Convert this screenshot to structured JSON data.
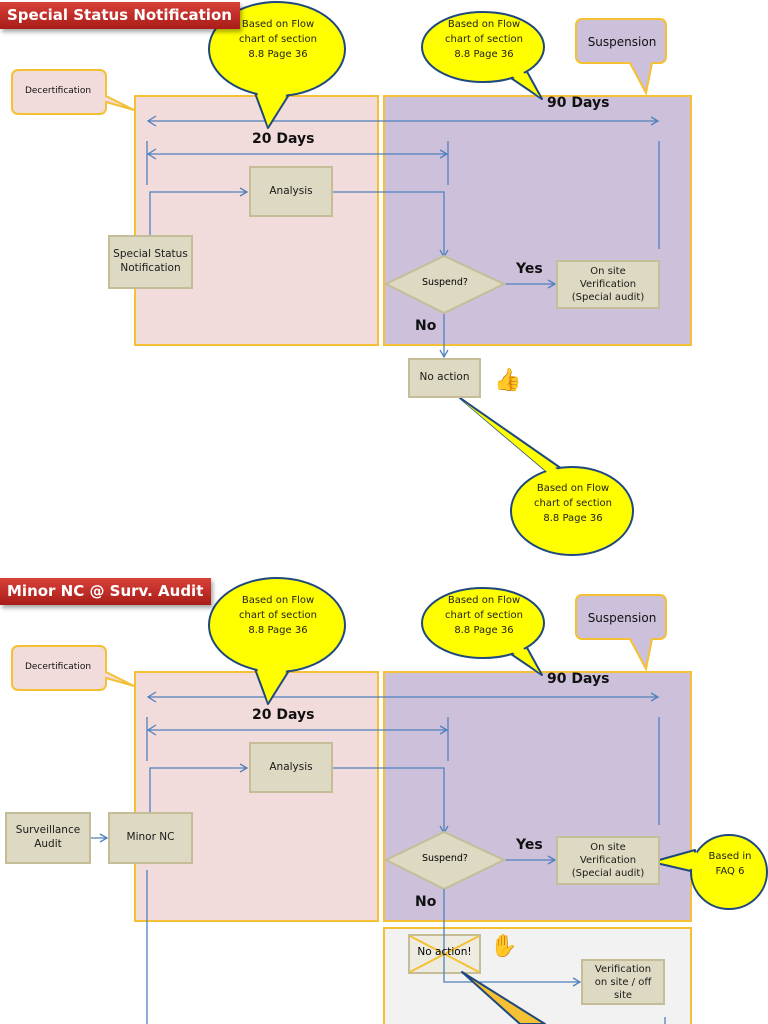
{
  "sections": [
    {
      "title": "Special Status Notification",
      "decertification_label": "Decertification",
      "suspension_label": "Suspension",
      "days_20": "20 Days",
      "days_90": "90 Days",
      "start_box": "Special Status Notification",
      "analysis_box": "Analysis",
      "decision": "Suspend?",
      "yes_label": "Yes",
      "no_label": "No",
      "verification_box": "On site Verification (Special audit)",
      "no_action_box": "No action",
      "reaction_icon": "thumbs-up-icon",
      "callouts": [
        "Based on Flow chart of section 8.8 Page 36",
        "Based on Flow chart of section 8.8 Page 36",
        "Based on Flow chart of section 8.8 Page 36"
      ]
    },
    {
      "title": "Minor NC @ Surv. Audit",
      "decertification_label": "Decertification",
      "suspension_label": "Suspension",
      "days_20": "20 Days",
      "days_90": "90 Days",
      "source_box": "Surveillance Audit",
      "start_box": "Minor NC",
      "analysis_box": "Analysis",
      "decision": "Suspend?",
      "yes_label": "Yes",
      "no_label": "No",
      "verification_box": "On site Verification (Special audit)",
      "no_action_box": "No action!",
      "reaction_icon": "stop-hand-icon",
      "verification2_box": "Verification on site / off site",
      "callouts": [
        "Based on Flow chart of section 8.8 Page 36",
        "Based on Flow chart of section 8.8 Page 36",
        "Based in FAQ 6"
      ]
    }
  ],
  "colors": {
    "banner": "#c0302a",
    "decertification_zone": "#f2dbdb",
    "suspension_zone": "#ccc0da",
    "zone_border": "#f5c033",
    "process_box": "#ddd9c3",
    "callout_yellow": "#ffff00",
    "connector": "#4f81bd"
  }
}
